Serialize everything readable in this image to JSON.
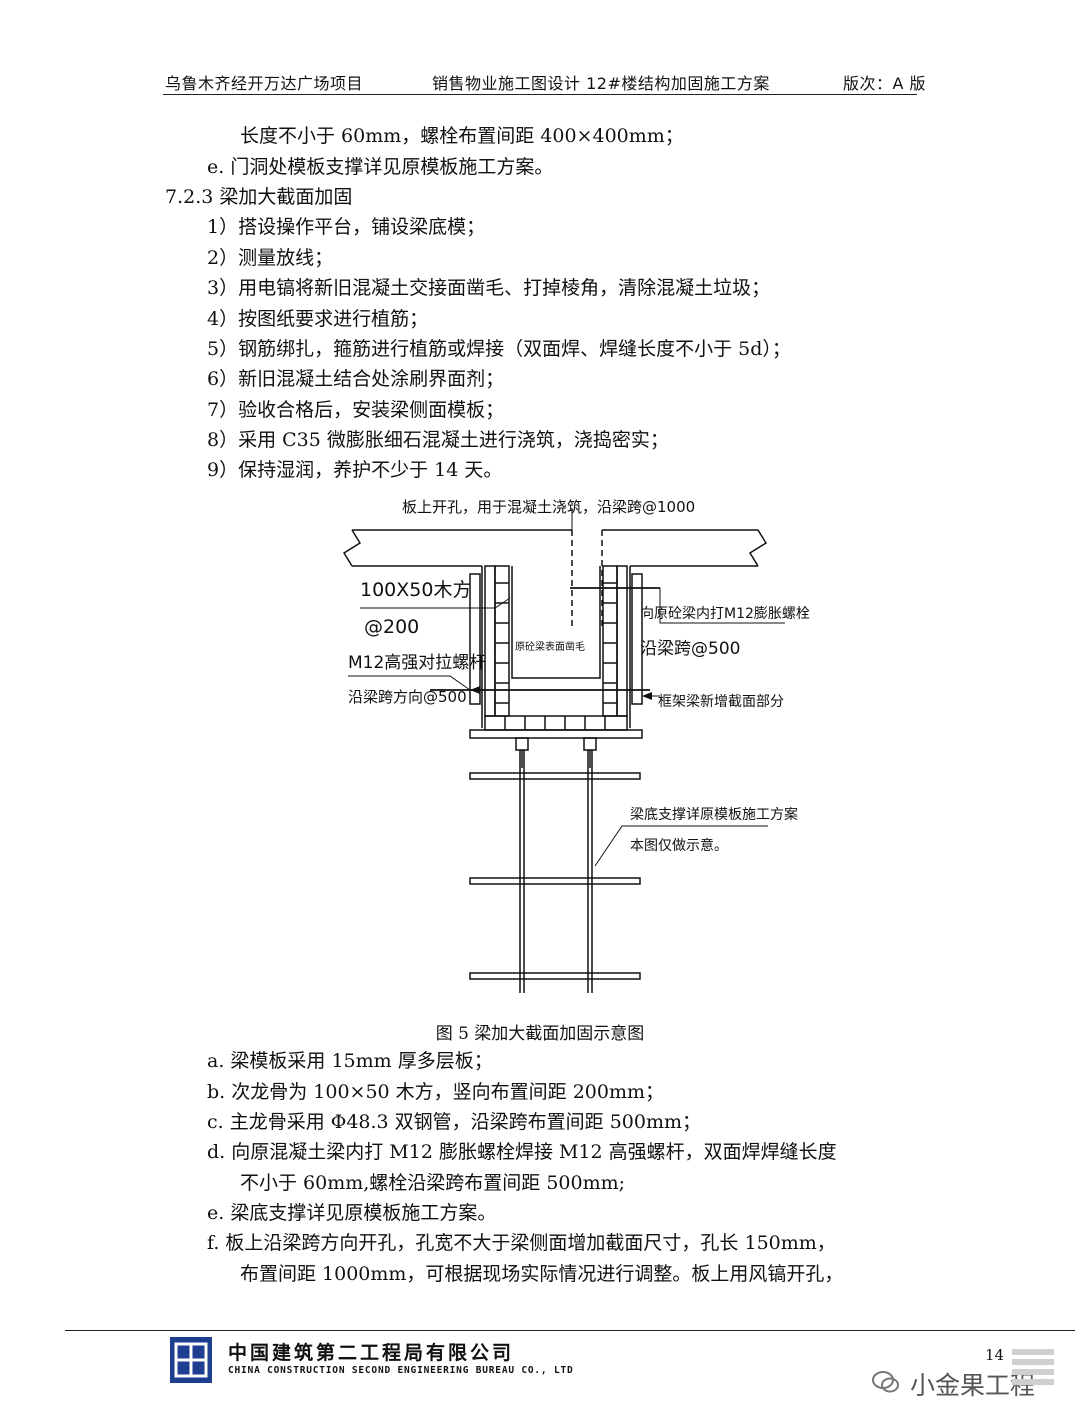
{
  "header": {
    "left": "乌鲁木齐经开万达广场项目",
    "center": "销售物业施工图设计 12#楼结构加固施工方案",
    "right": "版次：A 版"
  },
  "body_lines": [
    "长度不小于 60mm，螺栓布置间距 400×400mm；",
    "e.  门洞处模板支撑详见原模板施工方案。",
    "7.2.3 梁加大截面加固",
    "1）搭设操作平台，铺设梁底模；",
    "2）测量放线；",
    "3）用电镐将新旧混凝土交接面凿毛、打掉棱角，清除混凝土垃圾；",
    "4）按图纸要求进行植筋；",
    "5）钢筋绑扎，箍筋进行植筋或焊接（双面焊、焊缝长度不小于 5d）；",
    "6）新旧混凝土结合处涂刷界面剂；",
    "7）验收合格后，安装梁侧面模板；",
    "8）采用 C35 微膨胀细石混凝土进行浇筑，浇捣密实；",
    "9）保持湿润，养护不少于 14 天。"
  ],
  "figure": {
    "label_top": "板上开孔，用于混凝土浇筑，沿梁跨@1000",
    "label_wood_1": "100X50木方",
    "label_wood_2": "@200",
    "label_bolt_1": "M12高强对拉螺杆",
    "label_bolt_2": "沿梁跨方向@500",
    "label_inner": "原砼梁表面凿毛",
    "label_right_1": "向原砼梁内打M12膨胀螺栓",
    "label_right_2": "沿梁跨@500",
    "label_right_3": "框架梁新增截面部分",
    "label_support_1": "梁底支撑详原模板施工方案",
    "label_support_2": "本图仅做示意。",
    "caption": "图 5 梁加大截面加固示意图"
  },
  "notes_lines": [
    "a.  梁模板采用 15mm 厚多层板；",
    "b.  次龙骨为 100×50 木方，竖向布置间距 200mm；",
    "c.  主龙骨采用 Φ48.3 双钢管，沿梁跨布置间距 500mm；",
    "d.  向原混凝土梁内打 M12 膨胀螺栓焊接 M12 高强螺杆，双面焊焊缝长度",
    "不小于 60mm,螺栓沿梁跨布置间距 500mm;",
    "e.  梁底支撑详见原模板施工方案。",
    "f.   板上沿梁跨方向开孔，孔宽不大于梁侧面增加截面尺寸，孔长 150mm，",
    "布置间距 1000mm，可根据现场实际情况进行调整。板上用风镐开孔，"
  ],
  "footer": {
    "company_cn": "中国建筑第二工程局有限公司",
    "company_en": "CHINA CONSTRUCTION SECOND ENGINEERING BUREAU CO., LTD",
    "page_number": "14",
    "watermark": "小金果工程"
  },
  "colors": {
    "logo": "#1e3f8f"
  }
}
